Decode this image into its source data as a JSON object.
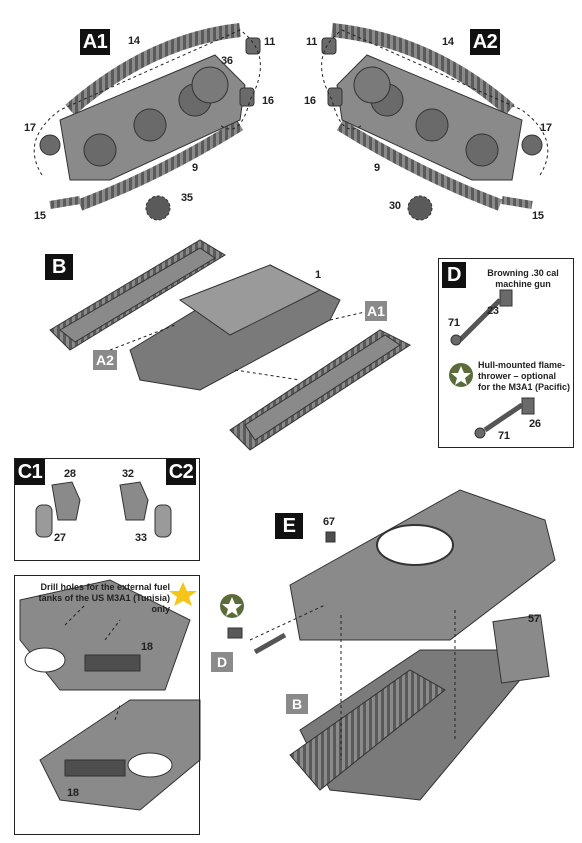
{
  "step_labels": {
    "a1": "A1",
    "a2": "A2",
    "b": "B",
    "d": "D",
    "c1": "C1",
    "c2": "C2",
    "e": "E",
    "ref_a1": "A1",
    "ref_a2": "A2",
    "ref_d": "D",
    "ref_b": "B"
  },
  "parts": {
    "a1_14": "14",
    "a1_11": "11",
    "a1_36": "36",
    "a1_16": "16",
    "a1_17": "17",
    "a1_9": "9",
    "a1_35": "35",
    "a1_15": "15",
    "a2_11": "11",
    "a2_14": "14",
    "a2_16": "16",
    "a2_17": "17",
    "a2_9": "9",
    "a2_30": "30",
    "a2_15": "15",
    "b_1": "1",
    "d_23": "23",
    "d_71a": "71",
    "d_71b": "71",
    "d_26": "26",
    "c1_28": "28",
    "c1_27": "27",
    "c2_32": "32",
    "c2_33": "33",
    "fuel_18a": "18",
    "fuel_18b": "18",
    "e_67": "67",
    "e_57": "57"
  },
  "notes": {
    "browning_line1": "Browning .30 cal",
    "browning_line2": "machine gun",
    "flame_line1": "Hull-mounted flame-",
    "flame_line2": "thrower – optional",
    "flame_line3": "for the M3A1 (Pacific)",
    "fuel_line1": "Drill holes for the external fuel",
    "fuel_line2": "tanks of the US M3A1 (Tunisia) only"
  },
  "colors": {
    "part_grey": "#7d7d7d",
    "part_dark": "#4e4e4e",
    "part_light": "#a9a9a9",
    "badge_black": "#111111",
    "badge_grey": "#8a8a8a",
    "optional_star_bg": "#5c6b3a",
    "fuel_star": "#f5c518"
  },
  "icons": [
    "us-star-icon",
    "gold-star-icon"
  ]
}
